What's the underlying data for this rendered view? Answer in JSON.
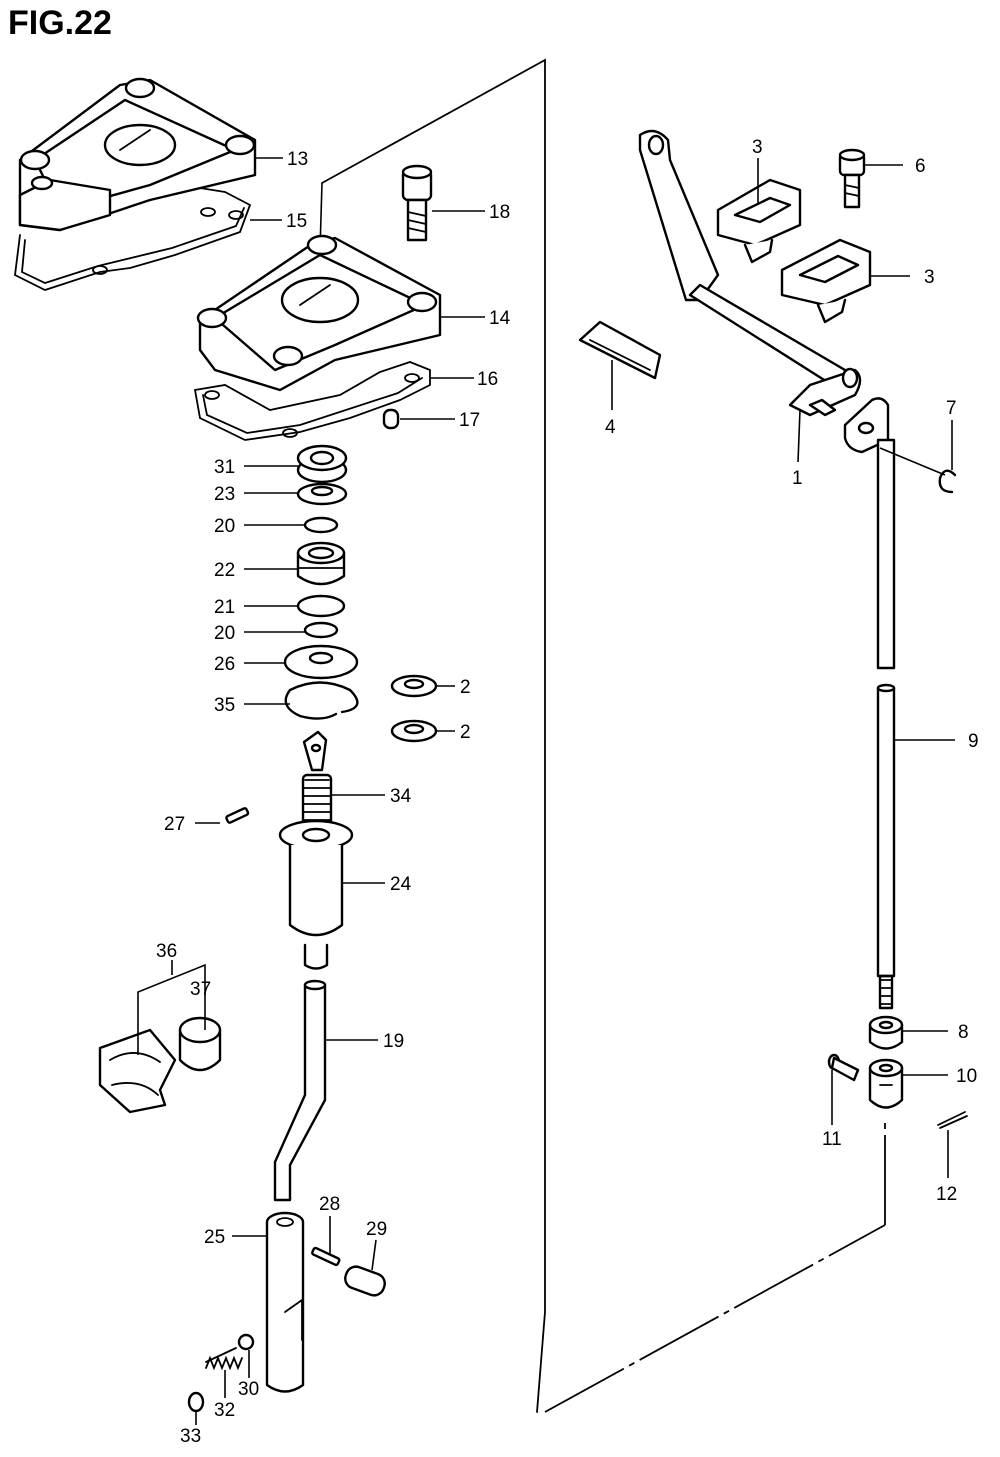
{
  "figure": {
    "title": "FIG.22"
  },
  "callouts": [
    {
      "id": "c13",
      "label": "13"
    },
    {
      "id": "c15",
      "label": "15"
    },
    {
      "id": "c18",
      "label": "18"
    },
    {
      "id": "c14",
      "label": "14"
    },
    {
      "id": "c16",
      "label": "16"
    },
    {
      "id": "c17",
      "label": "17"
    },
    {
      "id": "c31",
      "label": "31"
    },
    {
      "id": "c23",
      "label": "23"
    },
    {
      "id": "c20a",
      "label": "20"
    },
    {
      "id": "c22",
      "label": "22"
    },
    {
      "id": "c21",
      "label": "21"
    },
    {
      "id": "c20b",
      "label": "20"
    },
    {
      "id": "c26",
      "label": "26"
    },
    {
      "id": "c35",
      "label": "35"
    },
    {
      "id": "c2a",
      "label": "2"
    },
    {
      "id": "c2b",
      "label": "2"
    },
    {
      "id": "c34",
      "label": "34"
    },
    {
      "id": "c27",
      "label": "27"
    },
    {
      "id": "c24",
      "label": "24"
    },
    {
      "id": "c36",
      "label": "36"
    },
    {
      "id": "c37",
      "label": "37"
    },
    {
      "id": "c19",
      "label": "19"
    },
    {
      "id": "c25",
      "label": "25"
    },
    {
      "id": "c28",
      "label": "28"
    },
    {
      "id": "c29",
      "label": "29"
    },
    {
      "id": "c30",
      "label": "30"
    },
    {
      "id": "c32",
      "label": "32"
    },
    {
      "id": "c33",
      "label": "33"
    },
    {
      "id": "c3a",
      "label": "3"
    },
    {
      "id": "c6",
      "label": "6"
    },
    {
      "id": "c3b",
      "label": "3"
    },
    {
      "id": "c4",
      "label": "4"
    },
    {
      "id": "c1",
      "label": "1"
    },
    {
      "id": "c7",
      "label": "7"
    },
    {
      "id": "c9",
      "label": "9"
    },
    {
      "id": "c8",
      "label": "8"
    },
    {
      "id": "c10",
      "label": "10"
    },
    {
      "id": "c11",
      "label": "11"
    },
    {
      "id": "c12",
      "label": "12"
    }
  ]
}
